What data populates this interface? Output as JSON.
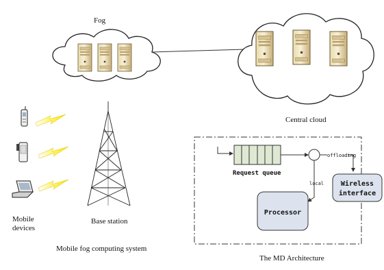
{
  "diagram": {
    "fog_label": "Fog",
    "central_cloud_label": "Central cloud",
    "mobile_devices_label_line1": "Mobile",
    "mobile_devices_label_line2": "devices",
    "base_station_label": "Base station",
    "system_caption": "Mobile fog computing system",
    "md_architecture": {
      "request_queue_label": "Request queue",
      "offloading_label": "offloading",
      "local_label": "local",
      "processor_label": "Processor",
      "wireless_interface_line1": "Wireless",
      "wireless_interface_line2": "interface",
      "caption": "The MD Architecture"
    }
  },
  "colors": {
    "server_light": "#f3e9c9",
    "server_dark": "#c9b27c",
    "lightning": "#ffe600",
    "queue_fill": "#dfe8d3",
    "box_fill": "#dde3ee",
    "line": "#333333"
  }
}
